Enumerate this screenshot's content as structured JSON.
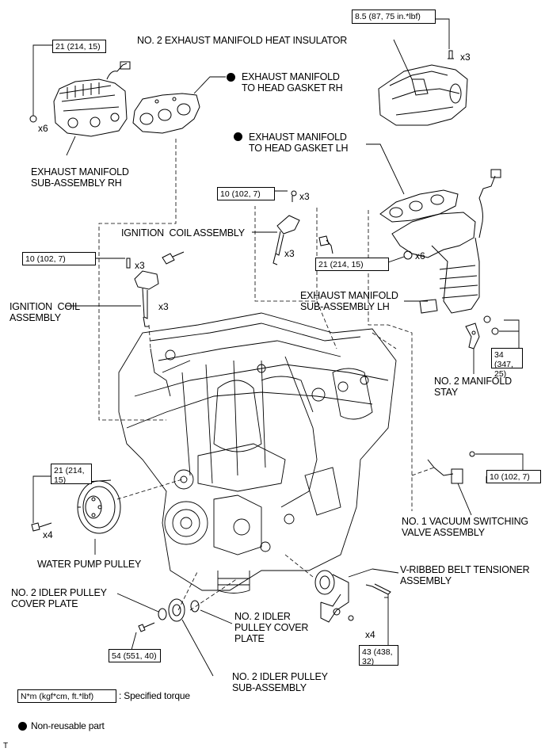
{
  "labels": {
    "heat_insulator": "NO. 2 EXHAUST MANIFOLD HEAT INSULATOR",
    "gasket_rh_1": "EXHAUST MANIFOLD",
    "gasket_rh_2": "TO HEAD GASKET RH",
    "gasket_lh_1": "EXHAUST MANIFOLD",
    "gasket_lh_2": "TO HEAD GASKET LH",
    "manifold_rh_1": "EXHAUST MANIFOLD",
    "manifold_rh_2": "SUB-ASSEMBLY RH",
    "ignition_coil_right": "IGNITION  COIL ASSEMBLY",
    "ignition_coil_left_1": "IGNITION  COIL",
    "ignition_coil_left_2": "ASSEMBLY",
    "manifold_lh_1": "EXHAUST MANIFOLD",
    "manifold_lh_2": "SUB-ASSEMBLY LH",
    "manifold_stay_1": "NO. 2 MANIFOLD",
    "manifold_stay_2": "STAY",
    "vsv_1": "NO. 1 VACUUM SWITCHING",
    "vsv_2": "VALVE ASSEMBLY",
    "water_pump_pulley": "WATER PUMP PULLEY",
    "tensioner_1": "V-RIBBED BELT TENSIONER",
    "tensioner_2": "ASSEMBLY",
    "idler_cover_left_1": "NO. 2 IDLER PULLEY",
    "idler_cover_left_2": "COVER PLATE",
    "idler_cover_right_1": "NO. 2 IDLER",
    "idler_cover_right_2": "PULLEY COVER",
    "idler_cover_right_3": "PLATE",
    "idler_sub_1": "NO. 2 IDLER PULLEY",
    "idler_sub_2": "SUB-ASSEMBLY"
  },
  "torque": {
    "heat_insulator": "8.5 (87, 75 in.*lbf)",
    "manifold_rh": "21 (214, 15)",
    "coil_right": "10 (102, 7)",
    "coil_left": "10 (102, 7)",
    "manifold_lh": "21 (214, 15)",
    "stay": "34 (347, 25)",
    "vsv": "10 (102, 7)",
    "water_pump": "21 (214, 15)",
    "tensioner": "43 (438, 32)",
    "idler": "54 (551, 40)"
  },
  "quantities": {
    "heat_insulator": "x3",
    "manifold_rh": "x6",
    "coil_right_bolt": "x3",
    "coil_right": "x3",
    "coil_left_bolt": "x3",
    "coil_left": "x3",
    "manifold_lh": "x6",
    "water_pump": "x4",
    "tensioner": "x4"
  },
  "legend": {
    "torque_key": "N*m (kgf*cm, ft.*lbf)",
    "torque_text": ": Specified torque",
    "nonreusable_text": "Non-reusable part"
  },
  "footer": {
    "mark": "T"
  }
}
